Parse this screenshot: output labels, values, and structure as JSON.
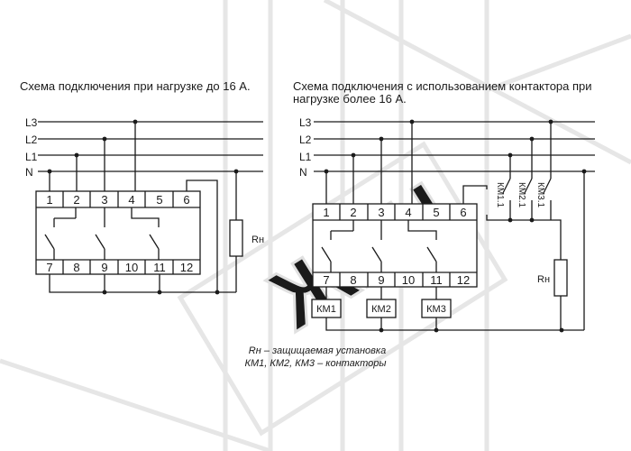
{
  "left": {
    "title": "Схема подключения при нагрузке до 16 А.",
    "lines": [
      "L3",
      "L2",
      "L1",
      "N"
    ],
    "terminals_top": [
      "1",
      "2",
      "3",
      "4",
      "5",
      "6"
    ],
    "terminals_bottom": [
      "7",
      "8",
      "9",
      "10",
      "11",
      "12"
    ],
    "load": "Rн"
  },
  "right": {
    "title_line1": "Схема подключения с использованием контактора при",
    "title_line2": "нагрузке более 16 А.",
    "lines": [
      "L3",
      "L2",
      "L1",
      "N"
    ],
    "terminals_top": [
      "1",
      "2",
      "3",
      "4",
      "5",
      "6"
    ],
    "terminals_bottom": [
      "7",
      "8",
      "9",
      "10",
      "11",
      "12"
    ],
    "contactors": [
      "КМ1",
      "КМ2",
      "КМ3"
    ],
    "contacts": [
      "КМ1.1",
      "КМ2.1",
      "КМ3.1"
    ],
    "load": "Rн"
  },
  "legend": {
    "line1": "Rн – защищаемая установка",
    "line2": "КМ1, КМ2, КМ3 – контакторы"
  },
  "watermark": "ЖКЦ",
  "colors": {
    "ink": "#1a1a1a",
    "background": "#ffffff",
    "watermark": "#e6e6e6"
  }
}
